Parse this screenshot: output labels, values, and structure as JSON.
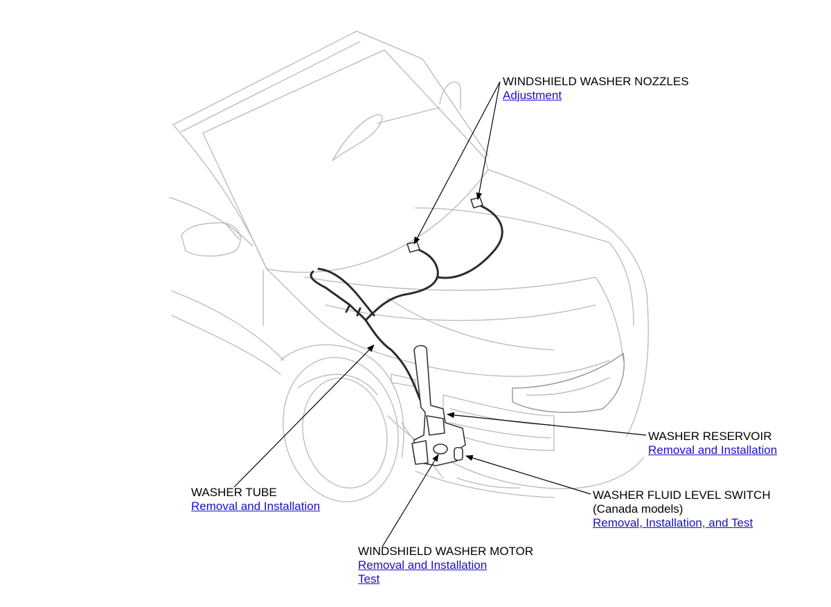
{
  "callouts": {
    "nozzles": {
      "title": "WINDSHIELD WASHER NOZZLES",
      "links": [
        "Adjustment"
      ]
    },
    "reservoir": {
      "title": "WASHER RESERVOIR",
      "links": [
        "Removal and Installation"
      ]
    },
    "tube": {
      "title": "WASHER TUBE",
      "links": [
        "Removal and Installation"
      ]
    },
    "level_switch": {
      "title": "WASHER FLUID LEVEL SWITCH",
      "note": "(Canada models)",
      "links": [
        "Removal, Installation, and Test"
      ]
    },
    "motor": {
      "title": "WINDSHIELD WASHER MOTOR",
      "links": [
        "Removal and Installation",
        "Test"
      ]
    }
  },
  "colors": {
    "link": "#1a0dcc",
    "text": "#000000",
    "outline": "#b8b8b8",
    "hose": "#2b2b2b"
  }
}
